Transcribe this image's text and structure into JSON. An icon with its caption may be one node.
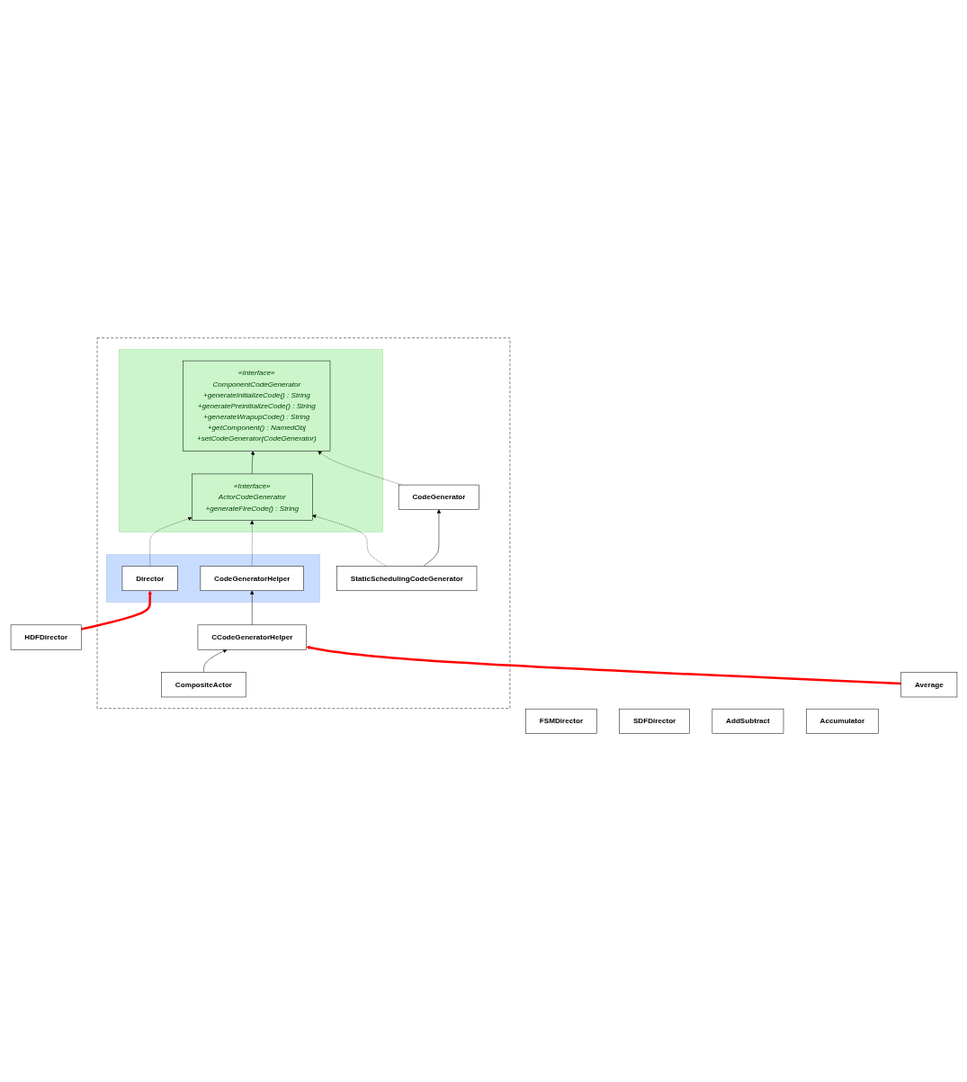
{
  "diagram": {
    "nodes": [
      {
        "text": [],
        "shape": "box"
      },
      {
        "text": [],
        "shape": "box",
        "in": 0
      },
      {
        "text": [
          "«Interface»",
          "ComponentCodeGenerator",
          "+generateInitializeCode() : String",
          "+generatePreinitializeCode() : String",
          "+generateWrapupCode() : String",
          "+getComponent() : NamedObj",
          "+setCodeGenerator(CodeGenerator)"
        ],
        "in": 1
      },
      {
        "text": [
          "«Interface»",
          "ActorCodeGenerator",
          "+generateFireCode() : String"
        ],
        "in": 1
      },
      {
        "text": [],
        "shape": "box",
        "in": 0
      },
      {
        "text": [
          "Director"
        ],
        "in": 4
      },
      {
        "text": [
          "CodeGeneratorHelper"
        ],
        "in": 4
      },
      {
        "text": [
          "CodeGenerator"
        ],
        "in": 0
      },
      {
        "text": [
          "StaticSchedulingCodeGenerator"
        ],
        "in": 0
      },
      {
        "text": [
          "CompositeActor"
        ],
        "in": 0
      },
      {
        "text": [
          "CCodeGeneratorHelper"
        ],
        "in": 0
      },
      {
        "text": [
          "HDFDirector"
        ]
      },
      {
        "text": [
          "FSMDirector"
        ]
      },
      {
        "text": [
          "SDFDirector"
        ]
      },
      {
        "text": [
          "Average"
        ]
      },
      {
        "text": [
          "AddSubtract"
        ]
      },
      {
        "text": [
          "Accumulator"
        ]
      }
    ],
    "edges": [
      {
        "from": 3,
        "to": 2,
        "arrow": "to"
      },
      {
        "from": 7,
        "to": 2,
        "arrow": "to",
        "style": "dashed"
      },
      {
        "from": 5,
        "to": 3,
        "arrow": "to",
        "style": "dashed"
      },
      {
        "from": 6,
        "to": 3,
        "arrow": "to",
        "style": "dashed"
      },
      {
        "from": 8,
        "to": 3,
        "arrow": "to",
        "style": "dashed"
      },
      {
        "from": 8,
        "to": 7,
        "arrow": "to"
      },
      {
        "from": 10,
        "to": 6,
        "arrow": "to"
      },
      {
        "from": 9,
        "to": 10,
        "arrow": "to"
      },
      {
        "from": 11,
        "to": 5,
        "arrow": "to",
        "style": "thick",
        "color": "#ff0000"
      },
      {
        "from": 14,
        "to": 10,
        "arrow": "to",
        "style": "thick",
        "color": "#ff0000"
      }
    ]
  }
}
